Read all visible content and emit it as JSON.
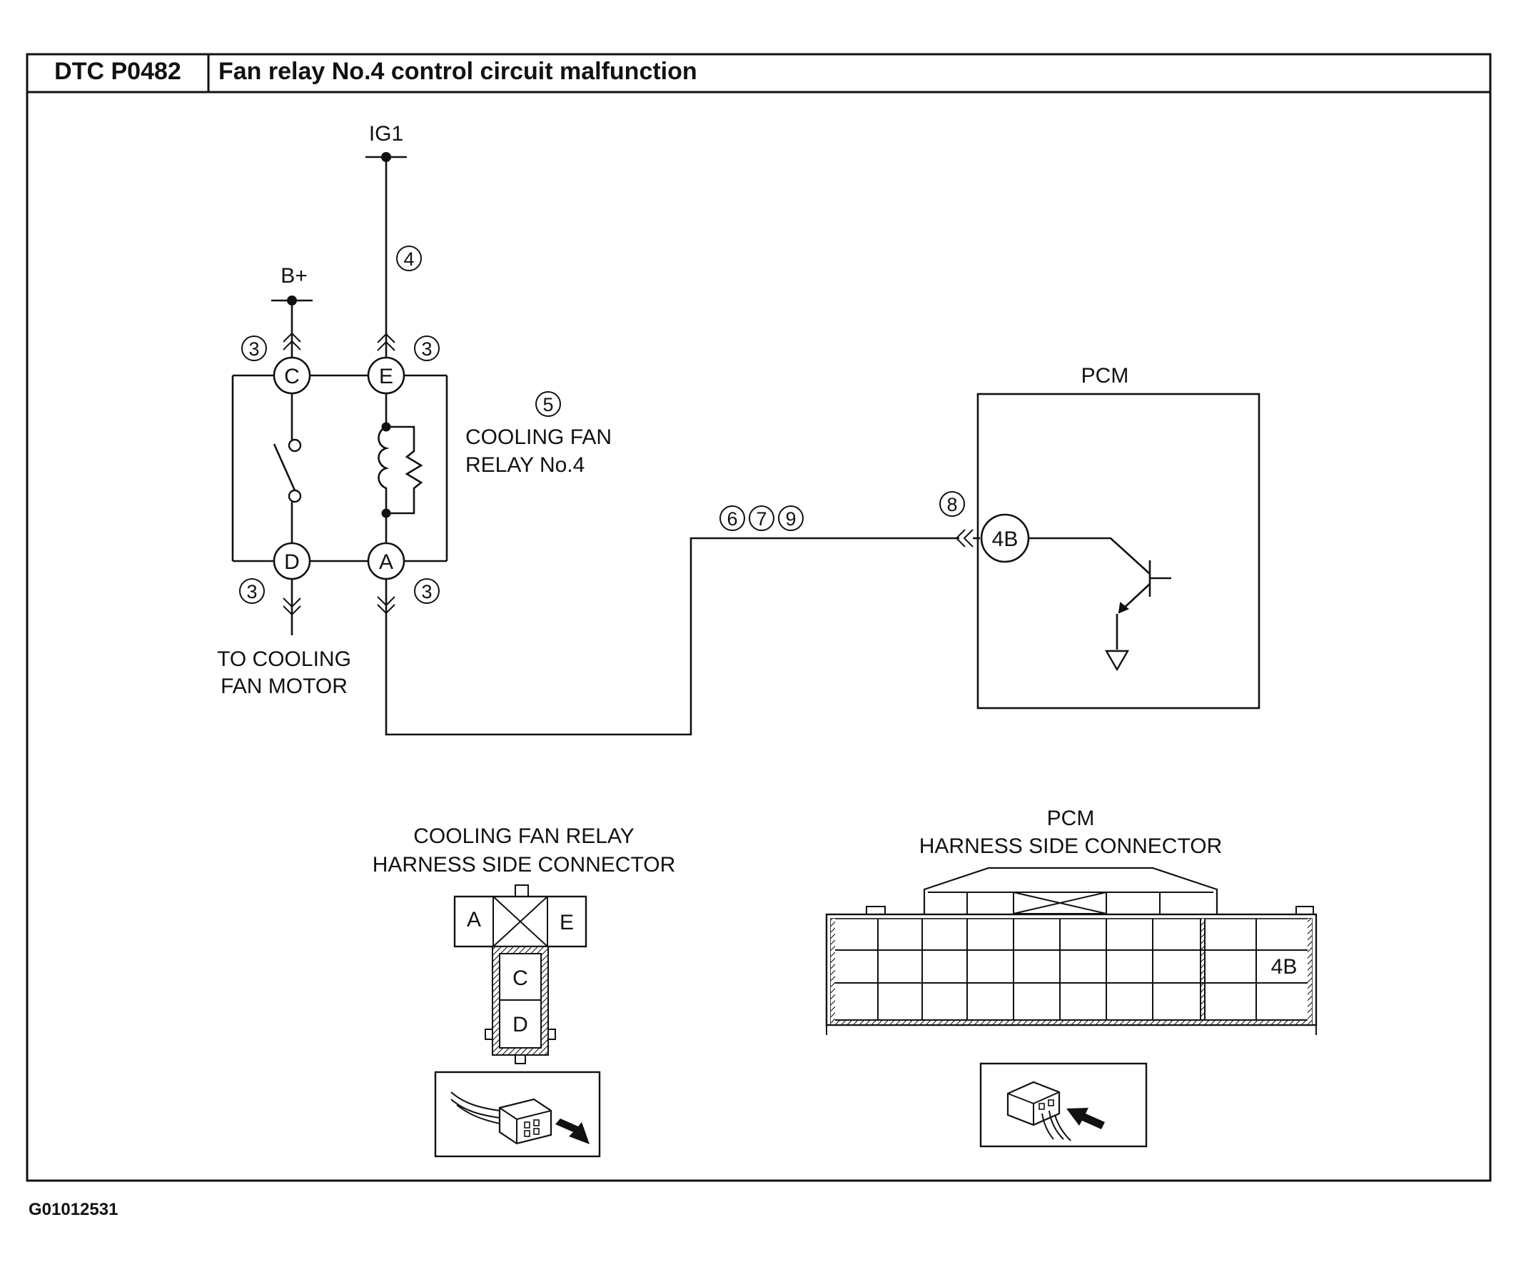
{
  "header": {
    "code": "DTC P0482",
    "description": "Fan relay No.4 control circuit malfunction"
  },
  "terminals": {
    "ig1": "IG1",
    "bplus": "B+"
  },
  "relay": {
    "name_line1": "COOLING FAN",
    "name_line2": "RELAY No.4",
    "pins": {
      "c": "C",
      "e": "E",
      "d": "D",
      "a": "A"
    },
    "to_motor_line1": "TO COOLING",
    "to_motor_line2": "FAN MOTOR"
  },
  "steps": {
    "s3": "3",
    "s4": "4",
    "s5": "5",
    "s6": "6",
    "s7": "7",
    "s8": "8",
    "s9": "9"
  },
  "pcm": {
    "label": "PCM",
    "pin": "4B"
  },
  "relay_connector": {
    "title_line1": "COOLING FAN RELAY",
    "title_line2": "HARNESS SIDE CONNECTOR",
    "pins": {
      "a": "A",
      "e": "E",
      "c": "C",
      "d": "D"
    }
  },
  "pcm_connector": {
    "title_line1": "PCM",
    "title_line2": "HARNESS SIDE CONNECTOR",
    "pin": "4B"
  },
  "figure_id": "G01012531"
}
